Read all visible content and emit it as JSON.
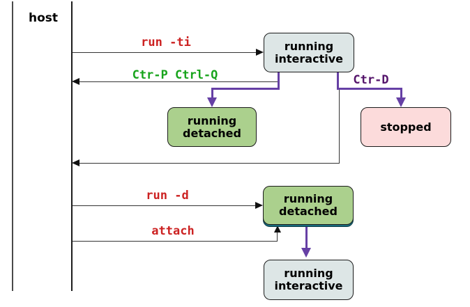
{
  "diagram": {
    "host": {
      "label": "host"
    },
    "nodes": [
      {
        "id": "running-interactive-top",
        "label": "running\ninteractive",
        "fill": "#dde6e6"
      },
      {
        "id": "running-detached-mid",
        "label": "running\ndetached",
        "fill": "#abd08d"
      },
      {
        "id": "stopped",
        "label": "stopped",
        "fill": "#fcdbdb"
      },
      {
        "id": "running-detached-bottom",
        "label": "running\ndetached",
        "fill": "#abd08d"
      },
      {
        "id": "running-interactive-bottom",
        "label": "running\ninteractive",
        "fill": "#dde6e6"
      }
    ],
    "edges": [
      {
        "id": "run-ti",
        "label": "run -ti",
        "color": "#cc2222",
        "direction": "host-to-container"
      },
      {
        "id": "ctrp-ctrlq",
        "label": "Ctr-P Ctrl-Q",
        "color": "#18a41c",
        "direction": "container-to-host"
      },
      {
        "id": "ctr-d",
        "label": "Ctr-D",
        "color": "#55156b",
        "direction": "to-stopped"
      },
      {
        "id": "run-d",
        "label": "run -d",
        "color": "#cc2222",
        "direction": "host-to-container"
      },
      {
        "id": "attach",
        "label": "attach",
        "color": "#cc2222",
        "direction": "host-to-container"
      }
    ],
    "colors": {
      "arrow_purple": "#6640a5",
      "line_black": "#333333",
      "lifeline_left": "#4a4a4a",
      "lifeline_right": "#1c1c1c",
      "shadow_teal": "#196b7d"
    }
  }
}
